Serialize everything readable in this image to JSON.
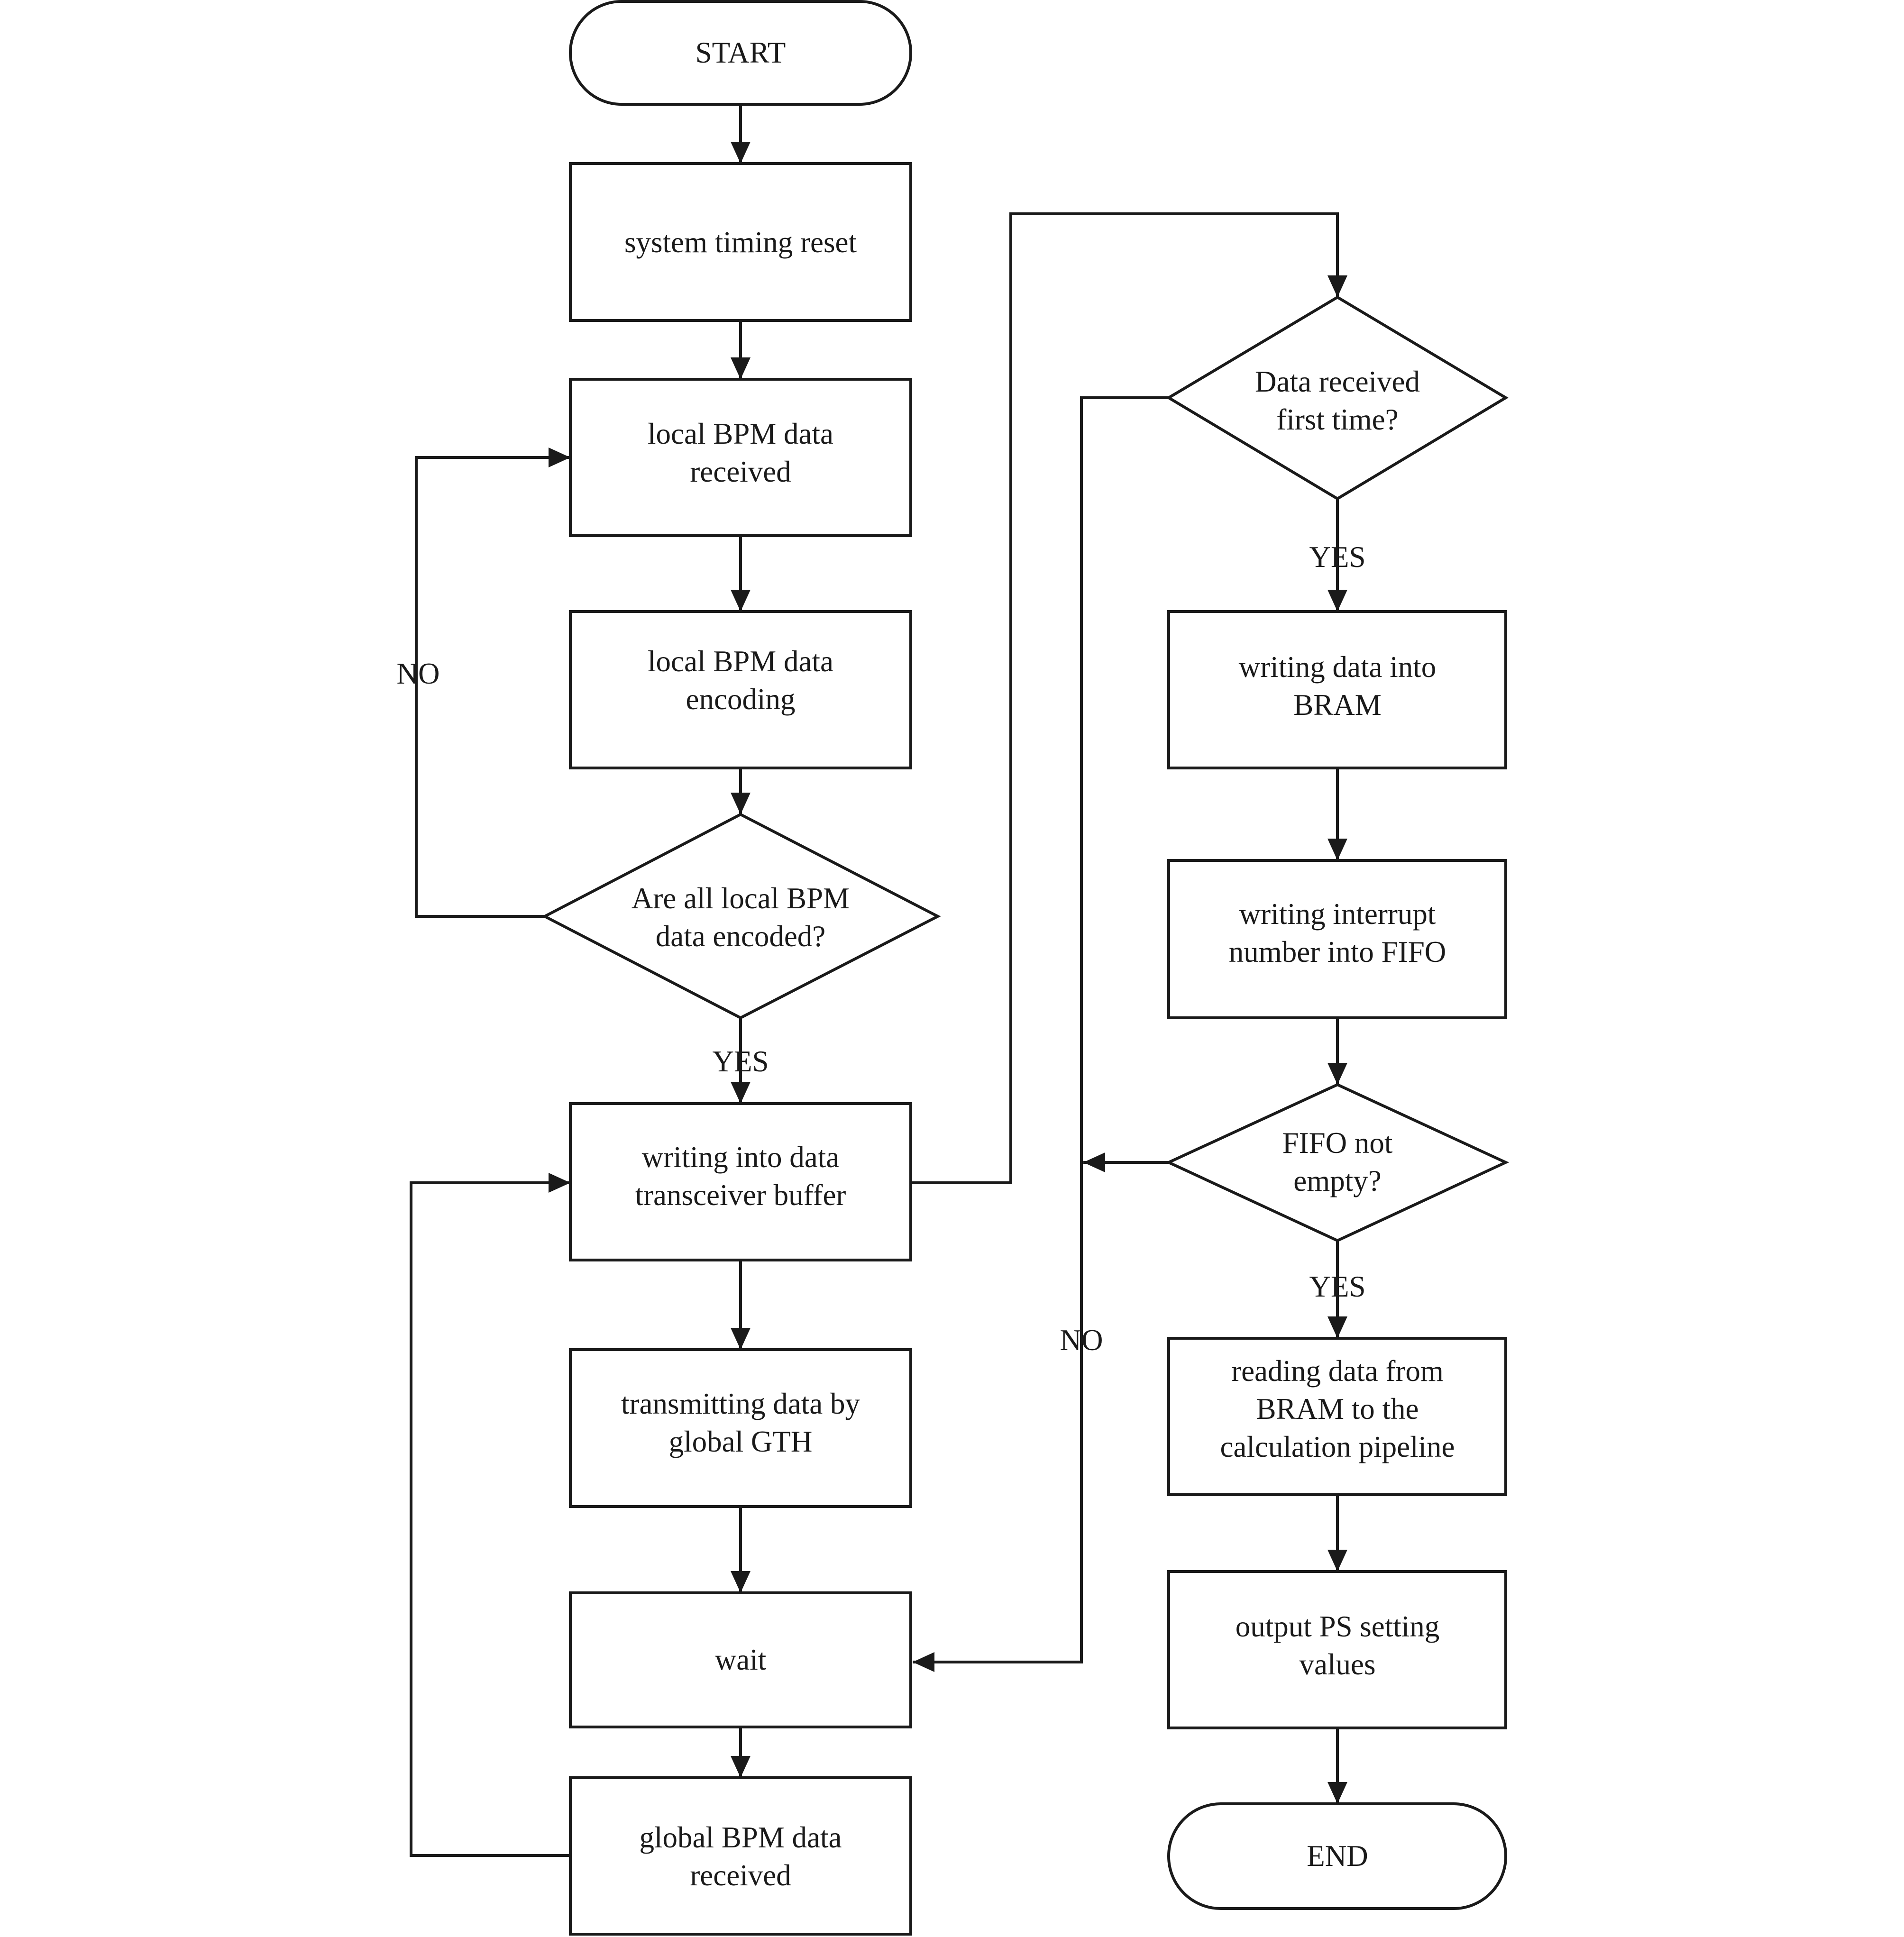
{
  "nodes": {
    "start": {
      "lines": [
        "START"
      ]
    },
    "system_timing_reset": {
      "lines": [
        "system timing reset"
      ]
    },
    "local_bpm_received": {
      "lines": [
        "local BPM data",
        "received"
      ]
    },
    "local_bpm_encoding": {
      "lines": [
        "local BPM data",
        "encoding"
      ]
    },
    "all_encoded_decision": {
      "lines": [
        "Are all local BPM",
        "data encoded?"
      ]
    },
    "write_transceiver_buffer": {
      "lines": [
        "writing into data",
        "transceiver buffer"
      ]
    },
    "transmit_global_gth": {
      "lines": [
        "transmitting data by",
        "global GTH"
      ]
    },
    "wait": {
      "lines": [
        "wait"
      ]
    },
    "global_bpm_received": {
      "lines": [
        "global BPM data",
        "received"
      ]
    },
    "first_time_decision": {
      "lines": [
        "Data received",
        "first time?"
      ]
    },
    "write_bram": {
      "lines": [
        "writing data into",
        "BRAM"
      ]
    },
    "write_interrupt_fifo": {
      "lines": [
        "writing interrupt",
        "number into FIFO"
      ]
    },
    "fifo_not_empty_decision": {
      "lines": [
        "FIFO not",
        "empty?"
      ]
    },
    "read_bram_pipeline": {
      "lines": [
        "reading data from",
        "BRAM to the",
        "calculation pipeline"
      ]
    },
    "output_ps_values": {
      "lines": [
        "output PS setting",
        "values"
      ]
    },
    "end": {
      "lines": [
        "END"
      ]
    }
  },
  "edge_labels": {
    "all_encoded_no": "NO",
    "all_encoded_yes": "YES",
    "first_time_yes": "YES",
    "fifo_yes": "YES",
    "wait_branch_no": "NO"
  },
  "colors": {
    "stroke": "#1a1a1a",
    "fill": "#ffffff",
    "text": "#1a1a1a"
  }
}
